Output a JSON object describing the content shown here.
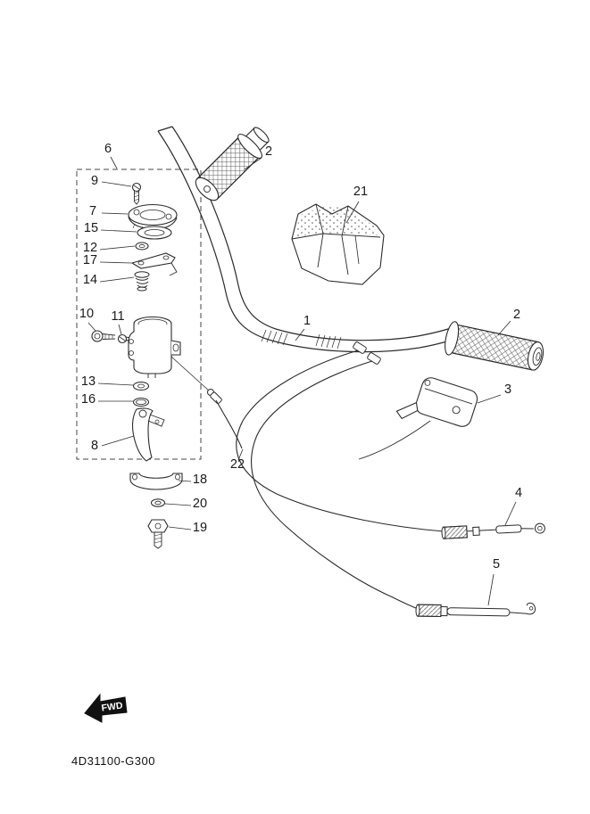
{
  "diagram": {
    "code": "4D31100-G300",
    "fwd": "FWD",
    "labels": {
      "l1": "1",
      "l2a": "2",
      "l2b": "2",
      "l3": "3",
      "l4": "4",
      "l5": "5",
      "l6": "6",
      "l7": "7",
      "l8": "8",
      "l9": "9",
      "l10": "10",
      "l11": "11",
      "l12": "12",
      "l13": "13",
      "l14": "14",
      "l15": "15",
      "l16": "16",
      "l17": "17",
      "l18": "18",
      "l19": "19",
      "l20": "20",
      "l21": "21",
      "l22": "22"
    }
  }
}
